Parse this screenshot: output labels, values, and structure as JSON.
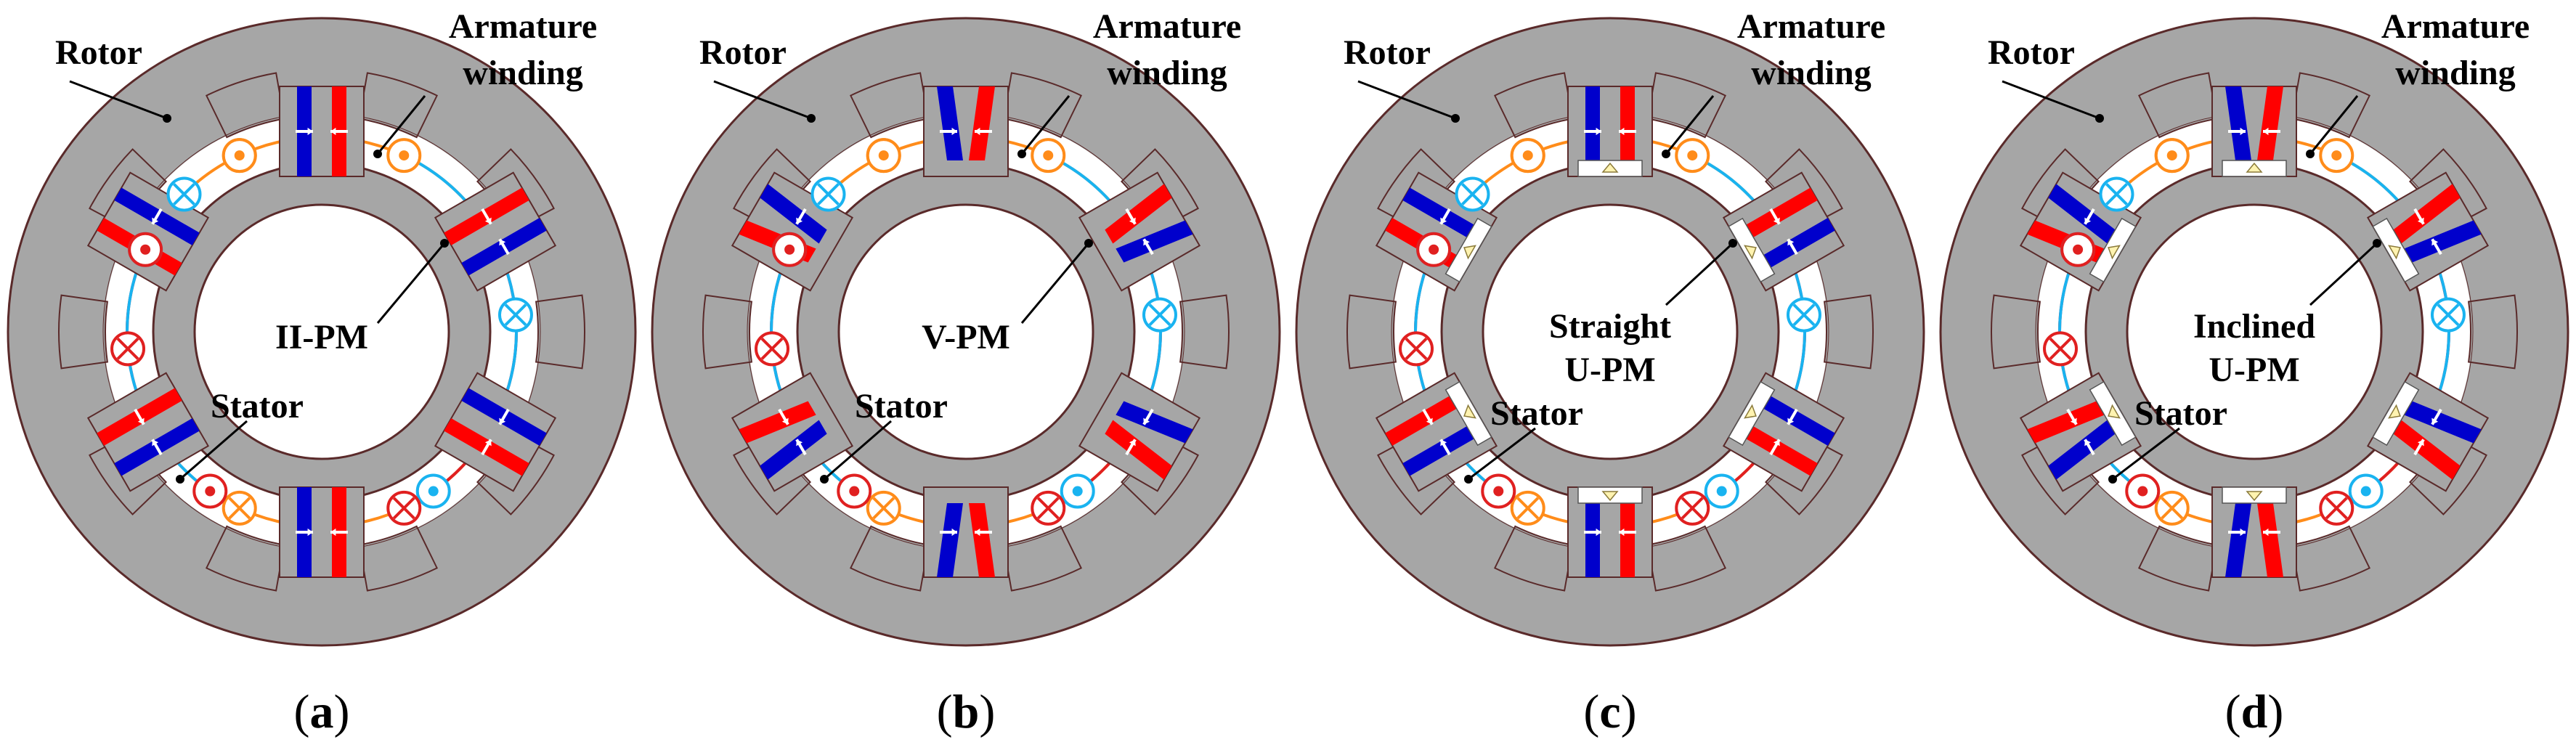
{
  "colors": {
    "iron": "#a6a6a6",
    "iron_edge": "#5a2a2a",
    "pm_red": "#ff0000",
    "pm_blue": "#0000cc",
    "pm_yellow": "#fff3b0",
    "phase_a": "#ff8c1a",
    "phase_b": "#e02020",
    "phase_c": "#19b3f0",
    "arrow": "#ffffff"
  },
  "icons": {
    "coil_in": "circle-cross-icon",
    "coil_out": "circle-dot-icon",
    "magnetization": "arrow-icon"
  },
  "panels": [
    {
      "id": "a",
      "magnet_type": "ii",
      "caption": {
        "open": "(",
        "letter": "a",
        "close": ")"
      },
      "labels": {
        "rotor": "Rotor",
        "winding_1": "Armature",
        "winding_2": "winding",
        "pm_1": "II-PM",
        "pm_2": "",
        "stator": "Stator"
      }
    },
    {
      "id": "b",
      "magnet_type": "v",
      "caption": {
        "open": "(",
        "letter": "b",
        "close": ")"
      },
      "labels": {
        "rotor": "Rotor",
        "winding_1": "Armature",
        "winding_2": "winding",
        "pm_1": "V-PM",
        "pm_2": "",
        "stator": "Stator"
      }
    },
    {
      "id": "c",
      "magnet_type": "su",
      "caption": {
        "open": "(",
        "letter": "c",
        "close": ")"
      },
      "labels": {
        "rotor": "Rotor",
        "winding_1": "Armature",
        "winding_2": "winding",
        "pm_1": "Straight",
        "pm_2": "U-PM",
        "stator": "Stator"
      }
    },
    {
      "id": "d",
      "magnet_type": "iu",
      "caption": {
        "open": "(",
        "letter": "d",
        "close": ")"
      },
      "labels": {
        "rotor": "Rotor",
        "winding_1": "Armature",
        "winding_2": "winding",
        "pm_1": "Inclined",
        "pm_2": "U-PM",
        "stator": "Stator"
      }
    }
  ]
}
